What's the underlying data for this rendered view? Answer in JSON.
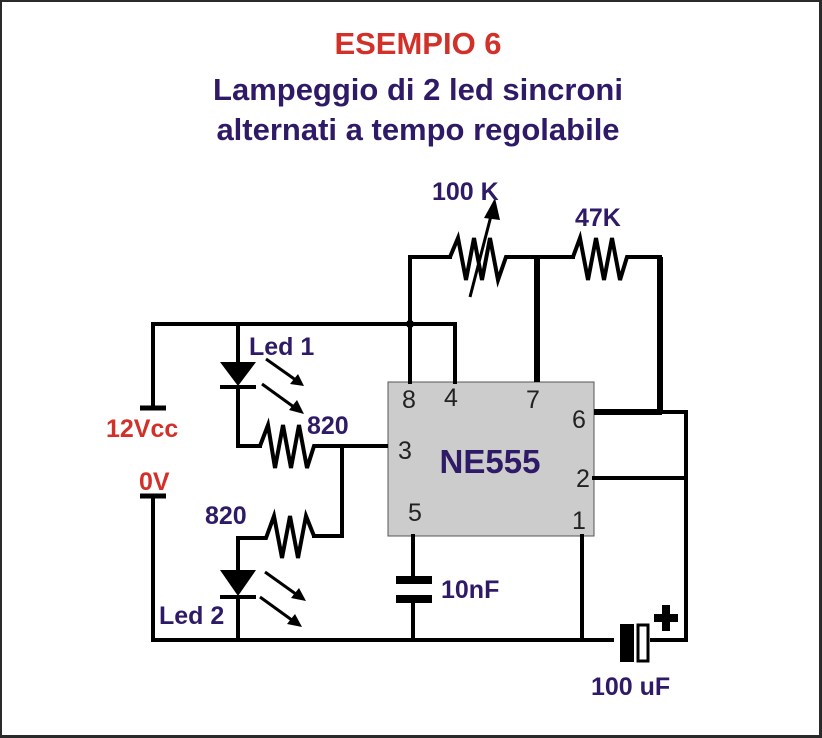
{
  "title": {
    "line1": "ESEMPIO 6",
    "line2": "Lampeggio di 2 led sincroni",
    "line3": "alternati a tempo regolabile"
  },
  "colors": {
    "title_accent": "#d2312a",
    "label_text": "#2e1a66",
    "chip_fill": "#cccccc",
    "wire": "#000000"
  },
  "components": {
    "potentiometer": {
      "label": "100 K"
    },
    "resistor_47k": {
      "label": "47K"
    },
    "led1": {
      "label": "Led 1"
    },
    "led2": {
      "label": "Led 2"
    },
    "resistor_led1": {
      "label": "820"
    },
    "resistor_led2": {
      "label": "820"
    },
    "capacitor_10nf": {
      "label": "10nF"
    },
    "capacitor_100uf": {
      "label": "100 uF",
      "polarity": "+"
    },
    "chip": {
      "label": "NE555",
      "pins": {
        "p8": "8",
        "p4": "4",
        "p7": "7",
        "p6": "6",
        "p3": "3",
        "p2": "2",
        "p5": "5",
        "p1": "1"
      }
    }
  },
  "supply": {
    "positive": "12Vcc",
    "ground": "0V"
  }
}
